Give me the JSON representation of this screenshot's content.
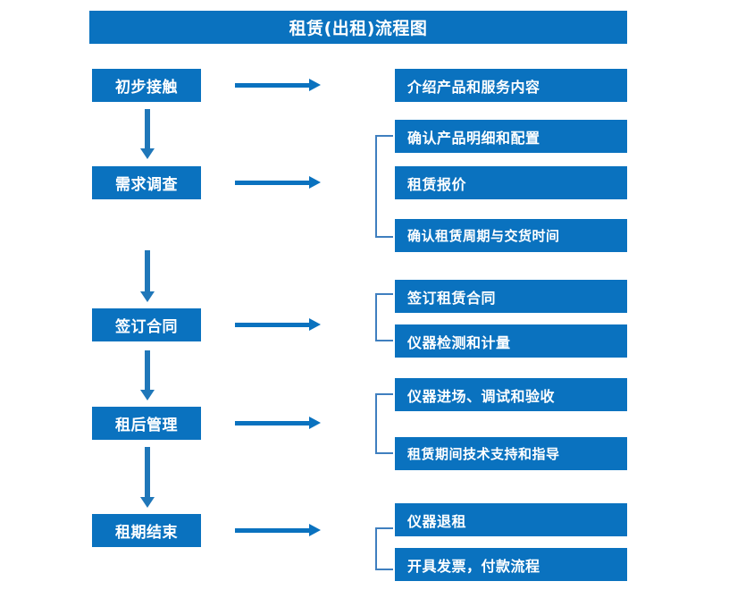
{
  "title": "租赁(出租)流程图",
  "colors": {
    "box_fill": "#0a72bf",
    "box_text": "#ffffff",
    "arrow": "#0a72bf",
    "vertical_arrow": "#1f77b9",
    "bracket": "#3f7fbf",
    "background": "#ffffff"
  },
  "stages": [
    {
      "label": "初步接触"
    },
    {
      "label": "需求调查"
    },
    {
      "label": "签订合同"
    },
    {
      "label": "租后管理"
    },
    {
      "label": "租期结束"
    }
  ],
  "groups": [
    {
      "stage": "初步接触",
      "has_bracket": false,
      "items": [
        {
          "label": "介绍产品和服务内容"
        }
      ]
    },
    {
      "stage": "需求调查",
      "has_bracket": true,
      "items": [
        {
          "label": "确认产品明细和配置"
        },
        {
          "label": "租赁报价"
        },
        {
          "label": "确认租赁周期与交货时间"
        }
      ]
    },
    {
      "stage": "签订合同",
      "has_bracket": true,
      "items": [
        {
          "label": "签订租赁合同"
        },
        {
          "label": "仪器检测和计量"
        }
      ]
    },
    {
      "stage": "租后管理",
      "has_bracket": true,
      "items": [
        {
          "label": "仪器进场、调试和验收"
        },
        {
          "label": "租赁期间技术支持和指导"
        }
      ]
    },
    {
      "stage": "租期结束",
      "has_bracket": true,
      "items": [
        {
          "label": "仪器退租"
        },
        {
          "label": "开具发票，付款流程"
        }
      ]
    }
  ]
}
